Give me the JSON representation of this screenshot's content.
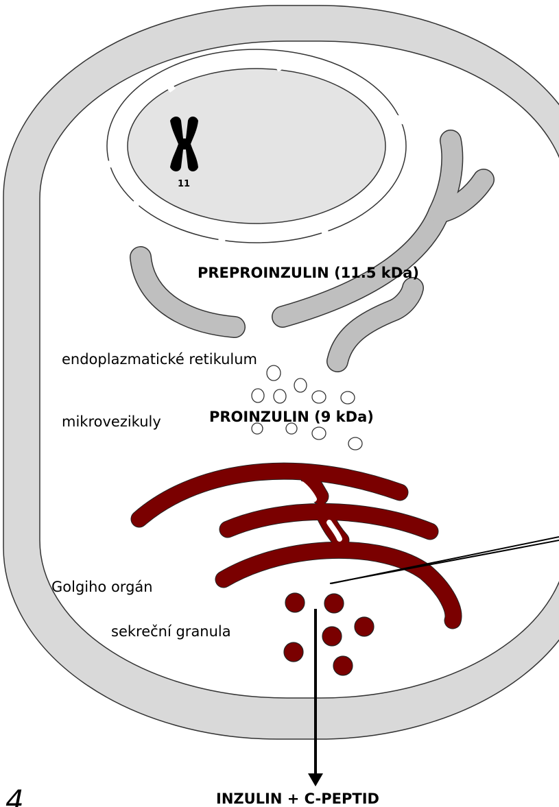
{
  "labels": {
    "chromosome": "11",
    "preproinsulin": "PREPROINZULIN (11.5 kDa)",
    "er": "endoplazmatické retikulum",
    "microvesicles": "mikrovezikuly",
    "proinsulin": "PROINZULIN (9 kDa)",
    "golgi": "Golgiho orgán",
    "granules": "sekreční granula",
    "product": "INZULIN + C-PEPTID",
    "corner_number": "4"
  },
  "colors": {
    "membrane": "#d9d9d9",
    "er": "#bfbfbf",
    "nucleus": "#e4e4e4",
    "golgi": "#7a0000",
    "stroke": "#333333"
  }
}
